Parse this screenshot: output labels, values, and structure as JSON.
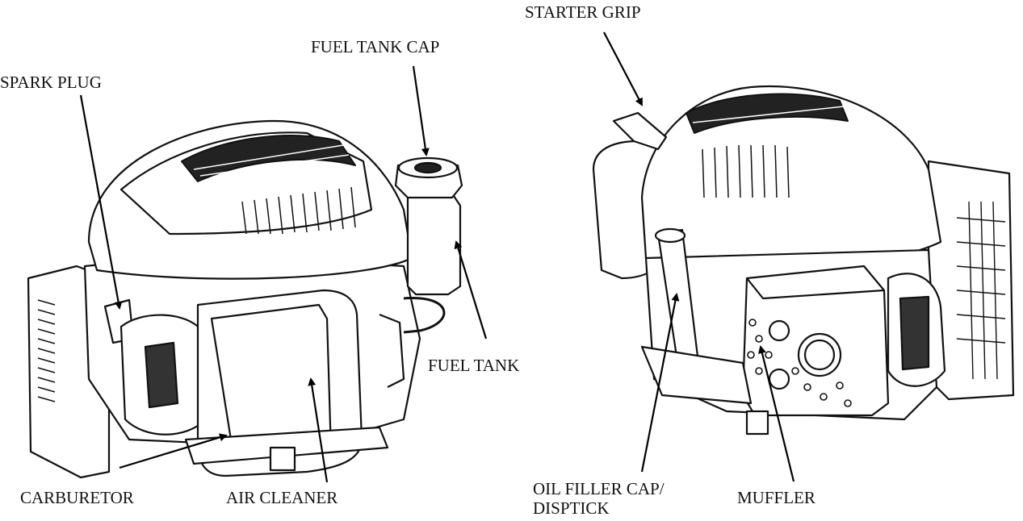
{
  "labels": {
    "starter_grip": "STARTER GRIP",
    "fuel_tank_cap": "FUEL TANK CAP",
    "spark_plug": "SPARK PLUG",
    "fuel_tank": "FUEL TANK",
    "carburetor": "CARBURETOR",
    "air_cleaner": "AIR CLEANER",
    "oil_filler_line1": "OIL FILLER CAP/",
    "oil_filler_line2": "DISPTICK",
    "muffler": "MUFFLER"
  }
}
